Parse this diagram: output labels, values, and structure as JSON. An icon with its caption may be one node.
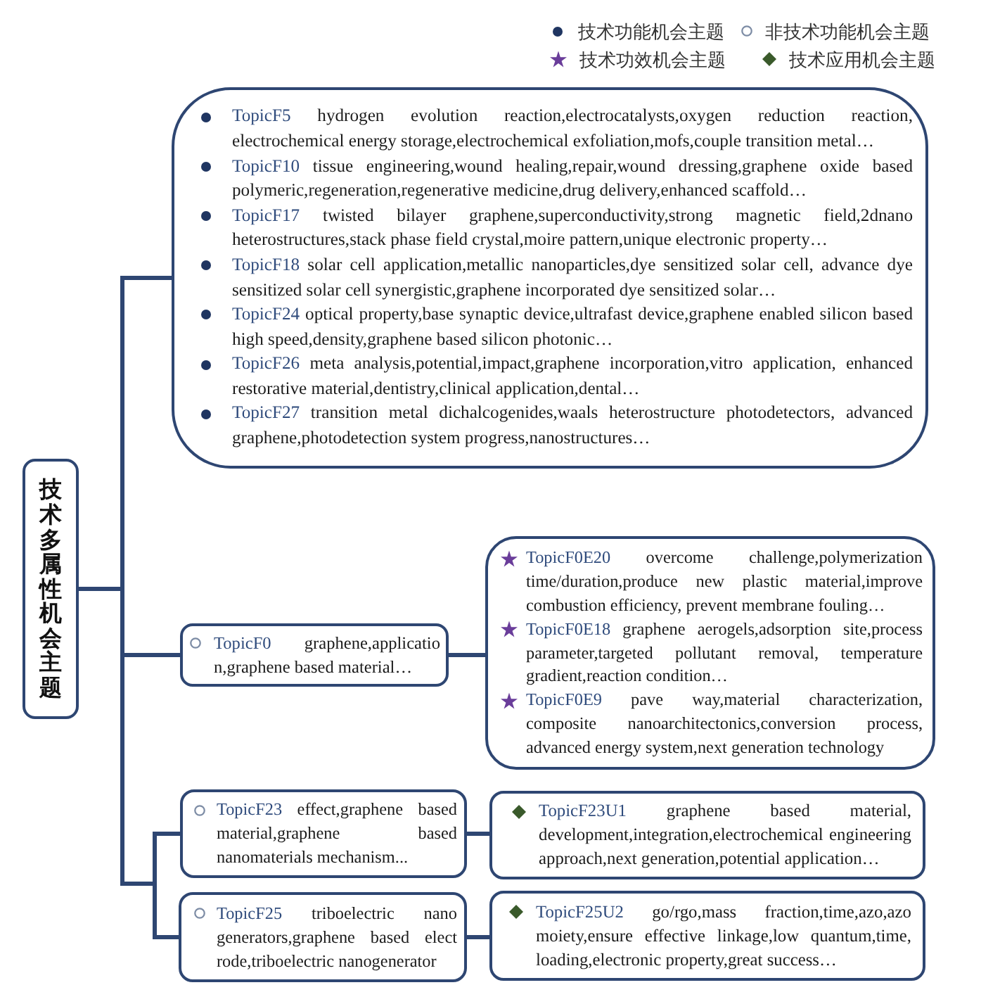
{
  "diagram": {
    "nodes": [
      {
        "text": [
          "技术多属性机会主题"
        ]
      },
      {
        "text": [
          "TopicF5 hydrogen evolution reaction,electrocatalysts,oxygen reduction reaction, electrochemical energy storage,electrochemical exfoliation,mofs,couple transition metal…",
          "TopicF10 tissue engineering,wound healing,repair,wound dressing,graphene oxide based polymeric,regeneration,regenerative medicine,drug delivery,enhanced scaffold…",
          "TopicF17 twisted bilayer graphene,superconductivity,strong magnetic field,2dnano heterostructures,stack phase field crystal,moire pattern,unique electronic property…",
          "TopicF18 solar cell application,metallic nanoparticles,dye sensitized solar cell, advance dye sensitized solar cell synergistic,graphene incorporated dye sensitized solar…",
          "TopicF24 optical property,base synaptic device,ultrafast device,graphene enabled silicon based high speed,density,graphene based silicon photonic…",
          "TopicF26 meta analysis,potential,impact,graphene incorporation,vitro application, enhanced restorative material,dentistry,clinical application,dental…",
          "TopicF27 transition metal dichalcogenides,waals heterostructure photodetectors, advanced graphene,photodetection system progress,nanostructures…"
        ]
      },
      {
        "text": [
          "TopicF0 graphene,applicatio n,graphene based material…"
        ]
      },
      {
        "text": [
          "TopicF0E20 overcome challenge,polymerization time/duration,produce new plastic material,improve combustion efficiency, prevent membrane fouling…",
          "TopicF0E18 graphene aerogels,adsorption site,process parameter,targeted pollutant removal, temperature gradient,reaction condition…",
          "TopicF0E9 pave way,material characterization, composite nanoarchitectonics,conversion process, advanced energy system,next generation technology"
        ]
      },
      {
        "text": [
          "TopicF23 effect,graphene based material,graphene based nanomaterials mechanism..."
        ]
      },
      {
        "text": [
          "TopicF23U1 graphene based material, development,integration,electrochemical engineering approach,next generation,potential application…"
        ]
      },
      {
        "text": [
          "TopicF25 triboelectric nano generators,graphene based elect rode,triboelectric nanogenerator"
        ]
      },
      {
        "text": [
          "TopicF25U2 go/rgo,mass fraction,time,azo,azo moiety,ensure effective linkage,low quantum,time, loading,electronic property,great success…"
        ]
      }
    ],
    "edges": [
      {
        "from": 0,
        "to": 1,
        "arrow": "none"
      },
      {
        "from": 0,
        "to": 2,
        "arrow": "none"
      },
      {
        "from": 0,
        "to": 4,
        "arrow": "none"
      },
      {
        "from": 0,
        "to": 6,
        "arrow": "none"
      },
      {
        "from": 2,
        "to": 3,
        "arrow": "none"
      },
      {
        "from": 4,
        "to": 5,
        "arrow": "none"
      },
      {
        "from": 6,
        "to": 7,
        "arrow": "none"
      }
    ],
    "legend": [
      {
        "text": "技术功能机会主题"
      },
      {
        "text": "非技术功能机会主题"
      },
      {
        "text": "技术功效机会主题"
      },
      {
        "text": "技术应用机会主题"
      }
    ]
  }
}
